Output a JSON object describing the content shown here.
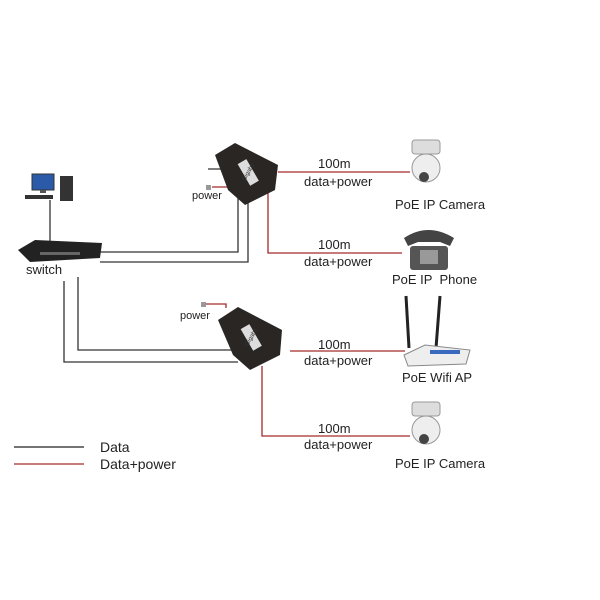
{
  "labels": {
    "switch": "switch",
    "power1": "power",
    "power2": "power",
    "injector_text": "Gigabit"
  },
  "links": [
    {
      "distance": "100m",
      "type": "data+power",
      "device": "PoE IP Camera"
    },
    {
      "distance": "100m",
      "type": "data+power",
      "device": "PoE IP  Phone"
    },
    {
      "distance": "100m",
      "type": "data+power",
      "device": "PoE Wifi AP"
    },
    {
      "distance": "100m",
      "type": "data+power",
      "device": "PoE IP Camera"
    }
  ],
  "legend": [
    {
      "label": "Data",
      "color": "#222222"
    },
    {
      "label": "Data+power",
      "color": "#a52a2a"
    }
  ]
}
